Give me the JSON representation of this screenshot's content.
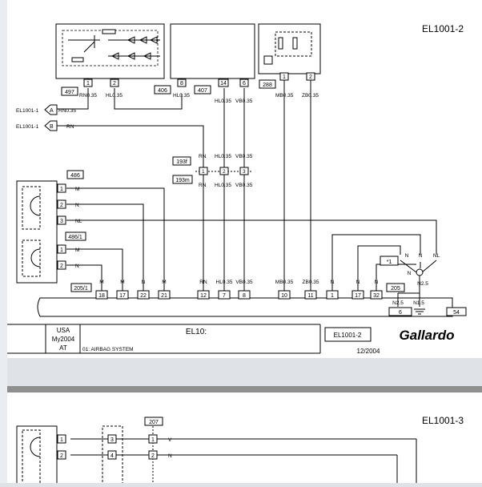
{
  "page1": {
    "code": "EL1001-2",
    "boxes": {
      "b497": "497",
      "b406": "406",
      "b407": "407",
      "b288": "288",
      "b486": "486",
      "b486_1": "486/1",
      "b193f": "193f",
      "b193m": "193m",
      "b205_1": "205/1",
      "b205": "205",
      "b1": "*1",
      "b6": "6",
      "b54": "54"
    },
    "top_pins": {
      "p1": "1",
      "p2": "2",
      "p8": "8",
      "p14": "14",
      "p6": "6",
      "p1b": "1",
      "p2b": "2"
    },
    "wires_top": {
      "rn": "RN0.35",
      "hl": "HL0.35",
      "hl2": "HL0.35",
      "hl3": "HL0.35",
      "vb": "VB0.35",
      "mb": "MB0.35",
      "zb": "ZB0.35"
    },
    "refs": {
      "a_ref": "EL1001-1",
      "a_letter": "A",
      "a_wire": "RN0.35",
      "b_ref": "EL1001-1",
      "b_letter": "B",
      "b_wire": "RN"
    },
    "mid": {
      "rn": "RN",
      "hl": "HL0.35",
      "vb": "VB0.35",
      "p1": "1",
      "p2": "2",
      "p3": "3",
      "rn2": "RN",
      "hl2": "HL0.35",
      "vb2": "VB0.35"
    },
    "left_pins": {
      "a1": "1",
      "a2": "2",
      "a3": "3",
      "b1": "1",
      "b2": "2"
    },
    "left_wires": {
      "m": "M",
      "n": "N",
      "nl": "NL",
      "m2": "M",
      "n2": "N"
    },
    "bottom_labels": [
      "M",
      "M",
      "N",
      "M",
      "RN",
      "HL0.35",
      "VB0.35",
      "MB0.35",
      "ZB0.35",
      "N",
      "N",
      "N"
    ],
    "bottom_pins": [
      "18",
      "17",
      "22",
      "21",
      "12",
      "7",
      "8",
      "10",
      "11",
      "1",
      "17",
      "32"
    ],
    "right_labels": {
      "n1": "N",
      "n2": "N",
      "n3": "N",
      "nl": "NL",
      "n4": "N",
      "n25": "N2.5",
      "n25b": "N2.5",
      "n15": "N1.5"
    },
    "footer": {
      "region": "USA",
      "year": "My2004",
      "trans": "AT",
      "title": "EL10:",
      "subtitle": "01: AIRBAG SYSTEM",
      "code": "EL1001-2",
      "date": "12/2004",
      "model": "Gallardo"
    }
  },
  "page2": {
    "code": "EL1001-3",
    "box207": "207",
    "pins_left": [
      "1",
      "2"
    ],
    "pins_mid": [
      "3",
      "4"
    ],
    "pins_right": [
      "1",
      "2"
    ],
    "wires": [
      "V",
      "N"
    ]
  }
}
